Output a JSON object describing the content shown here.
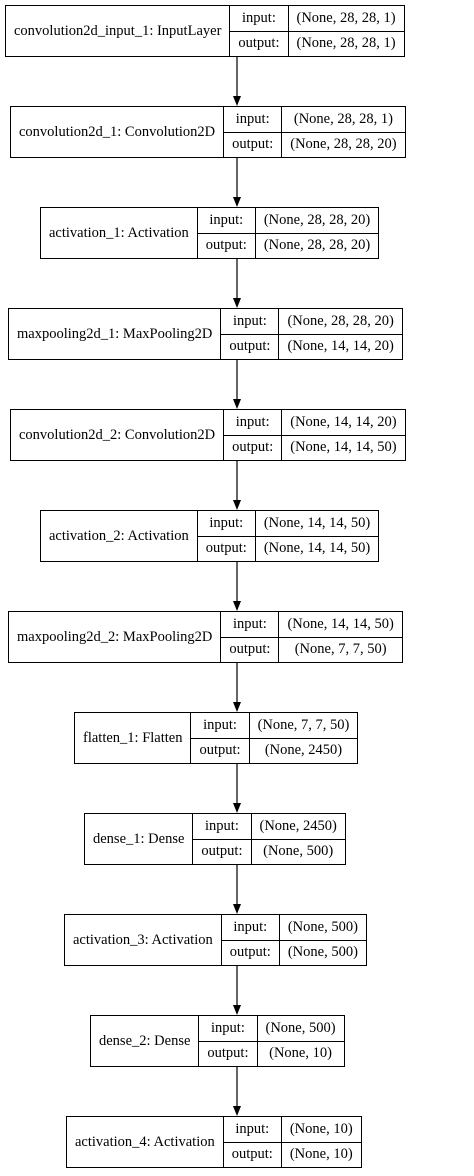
{
  "layers": [
    {
      "name": "convolution2d_input_1: InputLayer",
      "input_label": "input:",
      "output_label": "output:",
      "input_shape": "(None, 28, 28, 1)",
      "output_shape": "(None, 28, 28, 1)"
    },
    {
      "name": "convolution2d_1: Convolution2D",
      "input_label": "input:",
      "output_label": "output:",
      "input_shape": "(None, 28, 28, 1)",
      "output_shape": "(None, 28, 28, 20)"
    },
    {
      "name": "activation_1: Activation",
      "input_label": "input:",
      "output_label": "output:",
      "input_shape": "(None, 28, 28, 20)",
      "output_shape": "(None, 28, 28, 20)"
    },
    {
      "name": "maxpooling2d_1: MaxPooling2D",
      "input_label": "input:",
      "output_label": "output:",
      "input_shape": "(None, 28, 28, 20)",
      "output_shape": "(None, 14, 14, 20)"
    },
    {
      "name": "convolution2d_2: Convolution2D",
      "input_label": "input:",
      "output_label": "output:",
      "input_shape": "(None, 14, 14, 20)",
      "output_shape": "(None, 14, 14, 50)"
    },
    {
      "name": "activation_2: Activation",
      "input_label": "input:",
      "output_label": "output:",
      "input_shape": "(None, 14, 14, 50)",
      "output_shape": "(None, 14, 14, 50)"
    },
    {
      "name": "maxpooling2d_2: MaxPooling2D",
      "input_label": "input:",
      "output_label": "output:",
      "input_shape": "(None, 14, 14, 50)",
      "output_shape": "(None, 7, 7, 50)"
    },
    {
      "name": "flatten_1: Flatten",
      "input_label": "input:",
      "output_label": "output:",
      "input_shape": "(None, 7, 7, 50)",
      "output_shape": "(None, 2450)"
    },
    {
      "name": "dense_1: Dense",
      "input_label": "input:",
      "output_label": "output:",
      "input_shape": "(None, 2450)",
      "output_shape": "(None, 500)"
    },
    {
      "name": "activation_3: Activation",
      "input_label": "input:",
      "output_label": "output:",
      "input_shape": "(None, 500)",
      "output_shape": "(None, 500)"
    },
    {
      "name": "dense_2: Dense",
      "input_label": "input:",
      "output_label": "output:",
      "input_shape": "(None, 500)",
      "output_shape": "(None, 10)"
    },
    {
      "name": "activation_4: Activation",
      "input_label": "input:",
      "output_label": "output:",
      "input_shape": "(None, 10)",
      "output_shape": "(None, 10)"
    }
  ]
}
